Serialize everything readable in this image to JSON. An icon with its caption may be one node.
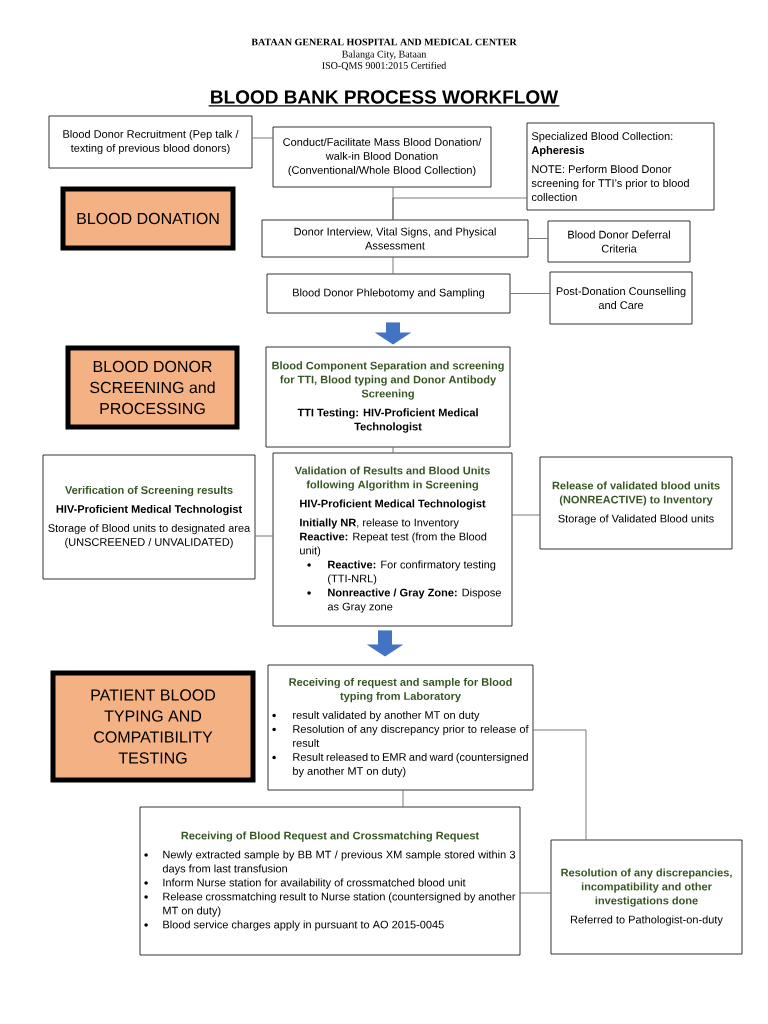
{
  "diagram": {
    "title": "BLOOD BANK PROCESS WORKFLOW",
    "labels": [
      "BATAAN GENERAL HOSPITAL AND MEDICAL CENTER",
      "Balanga City, Bataan",
      "ISO-QMS 9001:2015 Certified"
    ],
    "nodes": [
      {
        "text": [
          "Blood Donor Recruitment (Pep talk / texting of previous blood donors)"
        ]
      },
      {
        "text": [
          "Conduct/Facilitate Mass Blood Donation/ walk-in Blood Donation (Conventional/Whole Blood Collection)"
        ]
      },
      {
        "text": [
          "Specialized Blood Collection: **Apheresis**",
          "NOTE: Perform Blood Donor screening for TTI’s prior to blood collection"
        ]
      },
      {
        "text": [
          "BLOOD DONATION"
        ]
      },
      {
        "text": [
          "Donor Interview, Vital Signs, and Physical Assessment"
        ]
      },
      {
        "text": [
          "Blood Donor Deferral Criteria"
        ]
      },
      {
        "text": [
          "Blood Donor Phlebotomy and Sampling"
        ]
      },
      {
        "text": [
          "Post-Donation Counselling and Care"
        ]
      },
      {
        "text": [
          "BLOOD DONOR SCREENING and PROCESSING"
        ]
      },
      {
        "text": [
          "Blood Component Separation and screening for TTI, Blood typing and Donor Antibody Screening",
          "TTI Testing: HIV-Proficient Medical Technologist"
        ]
      },
      {
        "text": [
          "Verification of Screening results",
          "HIV-Proficient Medical Technologist",
          "Storage of Blood units to designated area (UNSCREENED / UNVALIDATED)"
        ]
      },
      {
        "text": [
          "Validation of Results and Blood Units following Algorithm in Screening",
          "HIV-Proficient Medical Technologist",
          "**Initially NR**, release to Inventory",
          "**Reactive:** Repeat test (from the Blood unit)",
          "**Reactive:** For confirmatory testing (TTI-NRL)",
          "**Nonreactive / Gray Zone:** Dispose as Gray zone"
        ]
      },
      {
        "text": [
          "Release of validated blood units (NONREACTIVE) to Inventory",
          "Storage of Validated Blood units"
        ]
      },
      {
        "text": [
          "PATIENT BLOOD TYPING AND COMPATIBILITY TESTING"
        ]
      },
      {
        "text": [
          "Receiving of request and sample for Blood typing from Laboratory",
          "result validated by another MT on duty",
          "Resolution of any discrepancy prior to release of result",
          "Result released to EMR and ward (countersigned by another MT on duty)"
        ]
      },
      {
        "text": [
          "Receiving of Blood Request and Crossmatching Request",
          "Newly extracted sample by BB MT / previous XM sample stored within 3 days from last transfusion",
          "Inform Nurse station for availability of crossmatched blood unit",
          "Release crossmatching result to Nurse station (countersigned by another MT on duty)",
          "Blood service charges apply in pursuant to AO 2015-0045"
        ]
      },
      {
        "text": [
          "Resolution of any discrepancies, incompatibility and other investigations done",
          "Referred to Pathologist-on-duty"
        ]
      }
    ],
    "edges": [
      {
        "from": 0,
        "to": 1,
        "arrow": "none"
      },
      {
        "from": 1,
        "to": 4,
        "arrow": "none"
      },
      {
        "from": 2,
        "to": 4,
        "arrow": "none"
      },
      {
        "from": 4,
        "to": 5,
        "arrow": "none"
      },
      {
        "from": 4,
        "to": 6,
        "arrow": "none"
      },
      {
        "from": 6,
        "to": 7,
        "arrow": "none"
      },
      {
        "from": 6,
        "to": 9,
        "arrow": "to",
        "style": "thick",
        "color": "#4472c4"
      },
      {
        "from": 9,
        "to": 11,
        "arrow": "none"
      },
      {
        "from": 10,
        "to": 11,
        "arrow": "none"
      },
      {
        "from": 11,
        "to": 12,
        "arrow": "none"
      },
      {
        "from": 11,
        "to": 14,
        "arrow": "to",
        "style": "thick",
        "color": "#4472c4"
      },
      {
        "from": 14,
        "to": 15,
        "arrow": "none"
      },
      {
        "from": 14,
        "to": 16,
        "arrow": "none"
      },
      {
        "from": 15,
        "to": 16,
        "arrow": "none"
      }
    ]
  }
}
